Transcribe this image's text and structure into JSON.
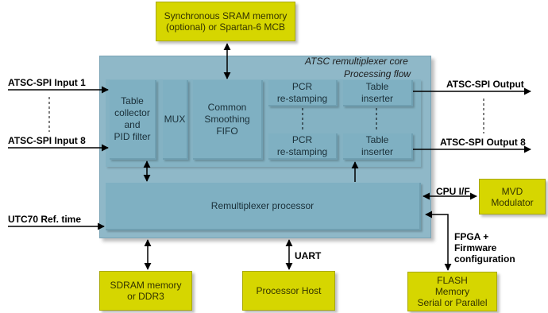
{
  "core": {
    "title": "ATSC remultiplexer core",
    "subtitle": "Processing flow"
  },
  "blocks": {
    "table_collector": [
      "Table",
      "collector",
      "and",
      "PID filter"
    ],
    "mux": "MUX",
    "fifo": [
      "Common",
      "Smoothing",
      "FIFO"
    ],
    "pcr1": [
      "PCR",
      "re-stamping"
    ],
    "pcr2": [
      "PCR",
      "re-stamping"
    ],
    "table_inserter1": [
      "Table",
      "inserter"
    ],
    "table_inserter2": [
      "Table",
      "inserter"
    ],
    "processor": "Remultiplexer processor"
  },
  "external": {
    "sram": [
      "Synchronous SRAM memory",
      "(optional) or Spartan-6 MCB"
    ],
    "sdram": [
      "SDRAM memory",
      "or DDR3"
    ],
    "host": "Processor Host",
    "flash": [
      "FLASH",
      "Memory",
      "Serial or Parallel"
    ],
    "mvd": [
      "MVD",
      "Modulator"
    ]
  },
  "labels": {
    "input1": "ATSC-SPI Input 1",
    "input8": "ATSC-SPI Input 8",
    "output1": "ATSC-SPI Output",
    "output8": "ATSC-SPI Output 8",
    "utc": "UTC70 Ref. time",
    "cpu": "CPU I/F",
    "uart": "UART",
    "fpga": [
      "FPGA +",
      "Firmware",
      "configuration"
    ]
  }
}
